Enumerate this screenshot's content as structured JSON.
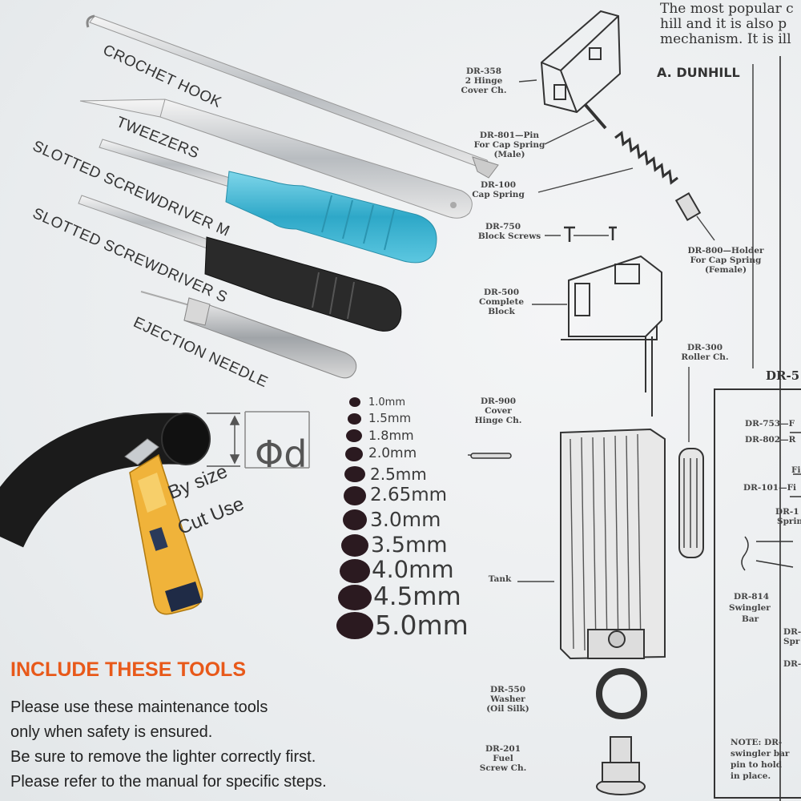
{
  "tools": {
    "crochet_hook": "CROCHET HOOK",
    "tweezers": "TWEEZERS",
    "screwdriver_m": "SLOTTED SCREWDRIVER M",
    "screwdriver_s": "SLOTTED SCREWDRIVER S",
    "ejection_needle": "EJECTION NEEDLE"
  },
  "sizes": [
    "1.0mm",
    "1.5mm",
    "1.8mm",
    "2.0mm",
    "2.5mm",
    "2.65mm",
    "3.0mm",
    "3.5mm",
    "4.0mm",
    "4.5mm",
    "5.0mm"
  ],
  "diameter_symbol": "Φd",
  "cutter_note": {
    "line1": "By size",
    "line2": "Cut Use"
  },
  "notice": {
    "title": "INCLUDE THESE TOOLS",
    "lines": [
      "Please use these maintenance tools",
      "only when safety is ensured.",
      "Be sure to remove the lighter correctly first.",
      "Please refer to the manual for specific steps."
    ]
  },
  "manual": {
    "header_lines": [
      "The most popular c",
      "hill and it is also p",
      "mechanism. It is ill"
    ],
    "section": "A. DUNHILL",
    "parts": {
      "dr358": [
        "DR-358",
        "2 Hinge",
        "Cover Ch."
      ],
      "dr801": [
        "DR-801—Pin",
        "For Cap Spring",
        "(Male)"
      ],
      "dr100": [
        "DR-100",
        "Cap Spring"
      ],
      "dr750": [
        "DR-750",
        "Block Screws"
      ],
      "dr800": [
        "DR-800—Holder",
        "For Cap Spring",
        "(Female)"
      ],
      "dr500": [
        "DR-500",
        "Complete",
        "Block"
      ],
      "dr300": [
        "DR-300",
        "Roller Ch."
      ],
      "dr900": [
        "DR-900",
        "Cover",
        "Hinge Ch."
      ],
      "tank": [
        "Tank"
      ],
      "dr550": [
        "DR-550",
        "Washer",
        "(Oil Silk)"
      ],
      "dr201": [
        "DR-201",
        "Fuel",
        "Screw Ch."
      ]
    },
    "inset": {
      "title": "DR-5",
      "items": [
        "DR-753—F",
        "DR-802—R",
        "Fi",
        "DR-101—Fi",
        "DR-1",
        "Sprin",
        "DR-814",
        "Swingler",
        "Bar",
        "DR-",
        "Spr",
        "DR-"
      ],
      "note": [
        "NOTE: DR-",
        "swingler bar",
        "pin to hold",
        "in place."
      ]
    }
  },
  "colors": {
    "accent": "#e8591a",
    "screwdriver_m_handle": "#3bb7d2",
    "screwdriver_s_handle": "#2a2a2a",
    "tubing": "#1b1b1b",
    "cutter": "#f0b33a"
  }
}
